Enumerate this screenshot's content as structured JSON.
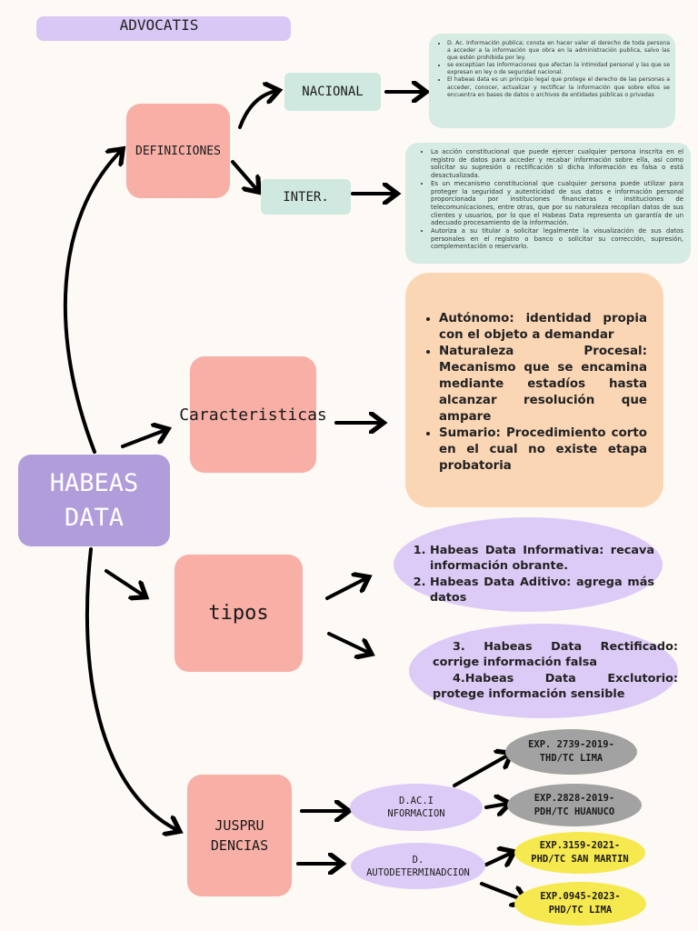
{
  "header": {
    "title": "ADVOCATIS"
  },
  "root": {
    "line1": "HABEAS",
    "line2": "DATA"
  },
  "definiciones": {
    "label": "DEFINICIONES",
    "nacional": {
      "label": "NACIONAL",
      "items": [
        "D. Ac. Información publica; consta en hacer valer el derecho de toda persona a acceder a la información que obra en la administración publica, salvo las que estén prohibida por ley.",
        "se exceptúan las informaciones que afectan la intimidad personal y las que se expresan en ley o de seguridad nacional.",
        "El habeas data es un principio legal que protege el derecho de las personas a acceder, conocer, actualizar y rectificar la información que sobre ellos se encuentra en bases de datos o archivos de entidades públicas o privadas"
      ]
    },
    "inter": {
      "label": "INTER.",
      "items": [
        "La acción constitucional que puede ejercer cualquier persona inscrita en el registro de datos para acceder y recabar información sobre ella, así como solicitar su supresión o rectificación si dicha información es falsa o está desactualizada.",
        "Es un mecanismo constitucional que cualquier persona puede utilizar para proteger la seguridad y autenticidad de sus datos e información personal proporcionada por instituciones financieras e instituciones de telecomunicaciones, entre otras, que por su naturaleza recopilan datos de sus clientes y usuarios, por lo que el Habeas Data representa un garantía de un adecuado procesamiento de la información.",
        "Autoriza a su titular a solicitar legalmente la visualización de sus datos personales en el registro o banco o solicitar su corrección, supresión, complementación o reservarlo."
      ]
    }
  },
  "caracteristicas": {
    "label": "Caracteristicas",
    "items": [
      "Autónomo: identidad propia con el objeto a demandar",
      "Naturaleza Procesal: Mecanismo que se encamina mediante estadíos hasta alcanzar resolución que ampare",
      "Sumario: Procedimiento corto en el cual no existe etapa probatoria"
    ]
  },
  "tipos": {
    "label": "tipos",
    "items": [
      "Habeas Data Informativa: recava información obrante.",
      "Habeas Data Aditivo: agrega más datos",
      "3. Habeas Data Rectificado: corrige información falsa",
      "4.Habeas Data Exclutorio: protege información sensible"
    ]
  },
  "jurisprudencias": {
    "line1": "JUSPRU",
    "line2": "DENCIAS",
    "dac": {
      "line1": "D.AC.I",
      "line2": "NFORMACION",
      "exps": [
        {
          "line1": "EXP. 2739-2019-",
          "line2": "THD/TC LIMA"
        },
        {
          "line1": "EXP.2828-2019-",
          "line2": "PDH/TC HUANUCO"
        }
      ]
    },
    "auto": {
      "line1": "D.",
      "line2": "AUTODETERMINADCION",
      "exps": [
        {
          "line1": "EXP.3159-2021-",
          "line2": "PHD/TC SAN MARTIN"
        },
        {
          "line1": "EXP.0945-2023-",
          "line2": "PHD/TC LIMA"
        }
      ]
    }
  },
  "colors": {
    "background": "#fdf9f4",
    "pink": "#f7afa6",
    "lavender": "#ddcbf7",
    "root": "#b29ddb",
    "mint": "#cfe8e0",
    "peach": "#fbd6b5",
    "grey": "#a2a2a2",
    "yellow": "#f6e84f"
  }
}
